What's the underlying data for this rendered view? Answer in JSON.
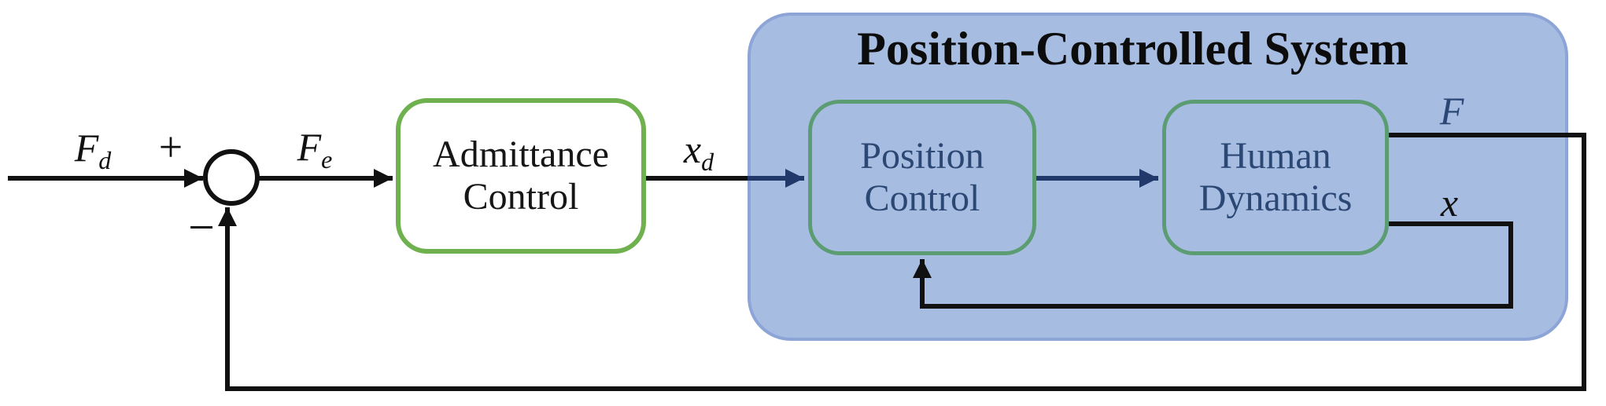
{
  "figure": {
    "title": "Position-Controlled System",
    "blocks": {
      "admittance": {
        "line1": "Admittance",
        "line2": "Control"
      },
      "position": {
        "line1": "Position",
        "line2": "Control"
      },
      "human": {
        "line1": "Human",
        "line2": "Dynamics"
      }
    },
    "signals": {
      "input_force": {
        "base": "F",
        "sub": "d"
      },
      "error_force": {
        "base": "F",
        "sub": "e"
      },
      "desired_position": {
        "base": "x",
        "sub": "d"
      },
      "output_force": {
        "base": "F",
        "sub": ""
      },
      "output_position": {
        "base": "x",
        "sub": ""
      },
      "sum_plus": "+",
      "sum_minus": "−"
    },
    "colors": {
      "outer_block_border": "#6FB14E",
      "inner_block_border": "#5C9C72",
      "system_fill": "#A7BCE1",
      "system_border": "#8DA5D6",
      "navy": "#21386B",
      "navy_text": "#2B4875",
      "line": "#111111"
    }
  }
}
